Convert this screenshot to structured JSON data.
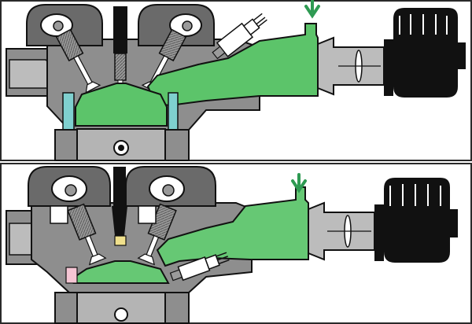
{
  "figure": {
    "panels": [
      {
        "id": "top",
        "injection": "port-injection"
      },
      {
        "id": "bottom",
        "injection": "direct-injection"
      }
    ],
    "colors": {
      "air_charge": "#5cc46a",
      "air_charge_light": "#66c874",
      "airflow_arrow": "#2e9a52",
      "engine_body": "#8e8e8e",
      "engine_body_light": "#bcbcbc",
      "cam_cover": "#6a6a6a",
      "outline": "#111111",
      "piston": "#b4b4b4",
      "air_filter": "#111111",
      "frame": "#2a2a2a",
      "injector_body": "#ffffff",
      "spark_gap": "#f0e08c",
      "cylinder_liner": "#7fd0cf"
    },
    "icons": {
      "airflow": "down-arrow-icon",
      "valve_cam": "camshaft-icon",
      "fuel_injector": "fuel-injector-icon",
      "spark_plug": "spark-plug-icon",
      "air_filter": "air-filter-icon",
      "throttle": "throttle-plate-icon"
    }
  }
}
